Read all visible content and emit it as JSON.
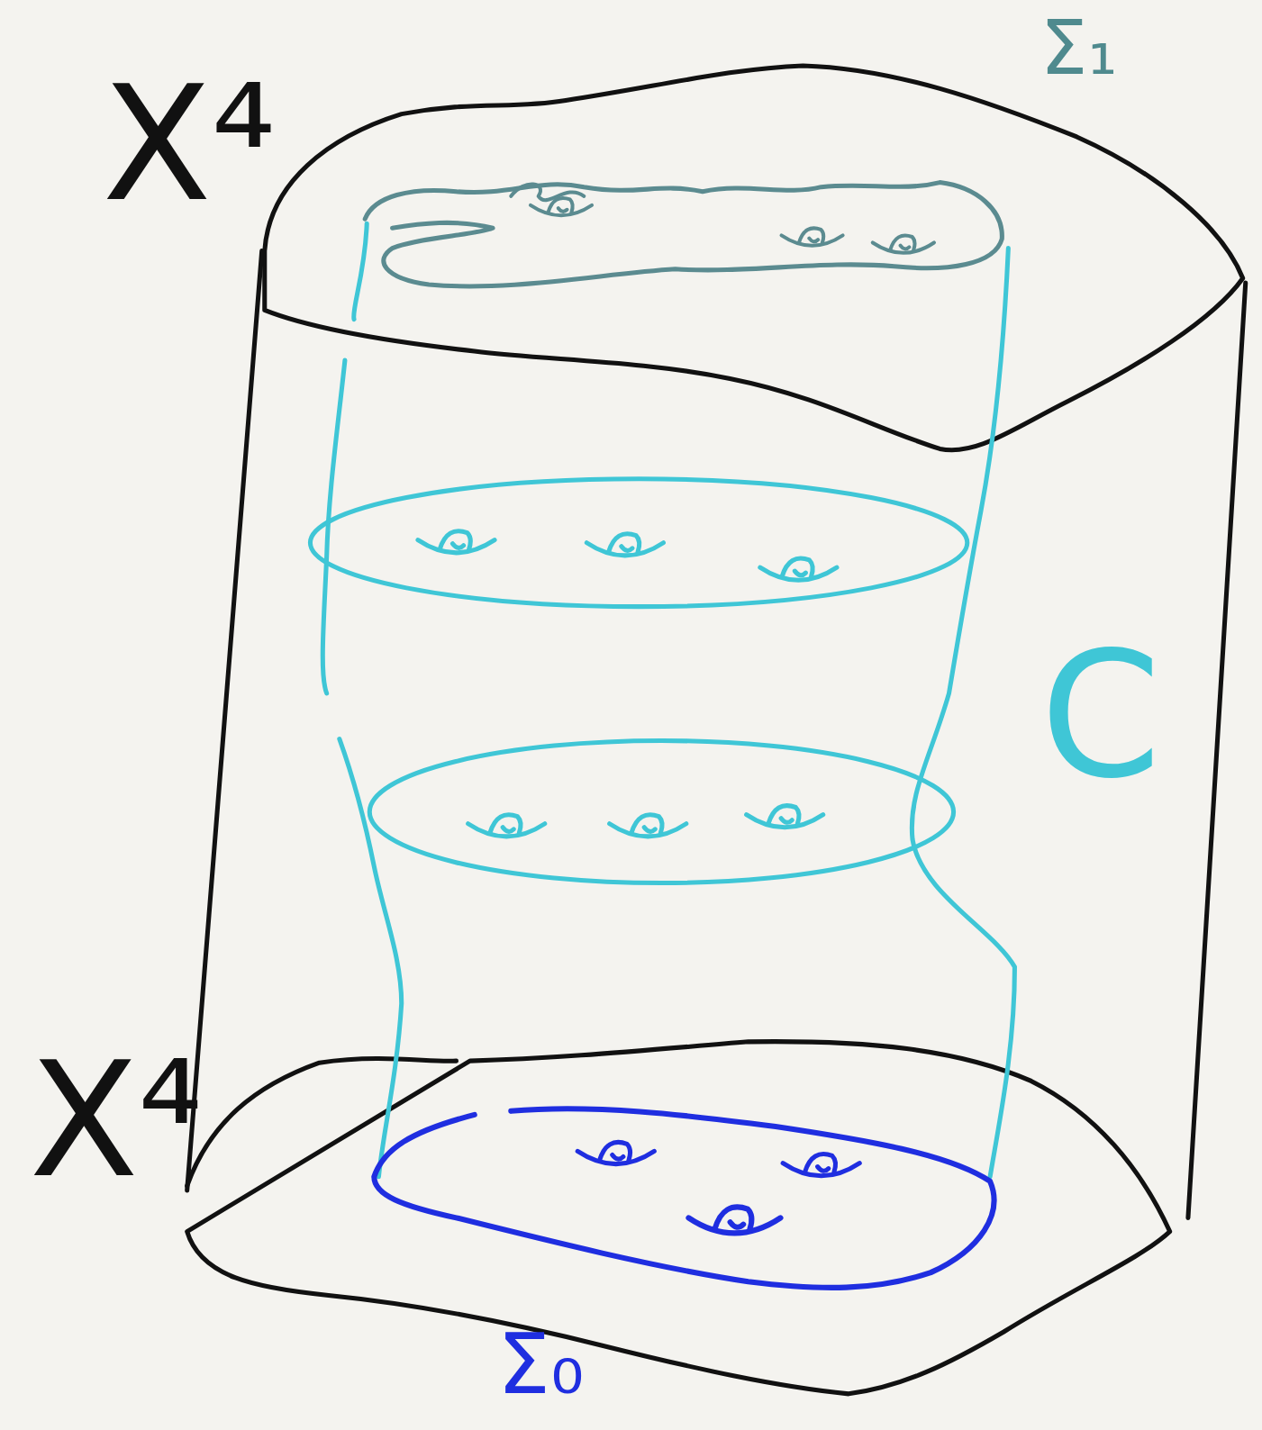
{
  "diagram": {
    "labels": [
      "Σ₁",
      "X⁴",
      "C",
      "X⁴",
      "Σ₀"
    ]
  }
}
